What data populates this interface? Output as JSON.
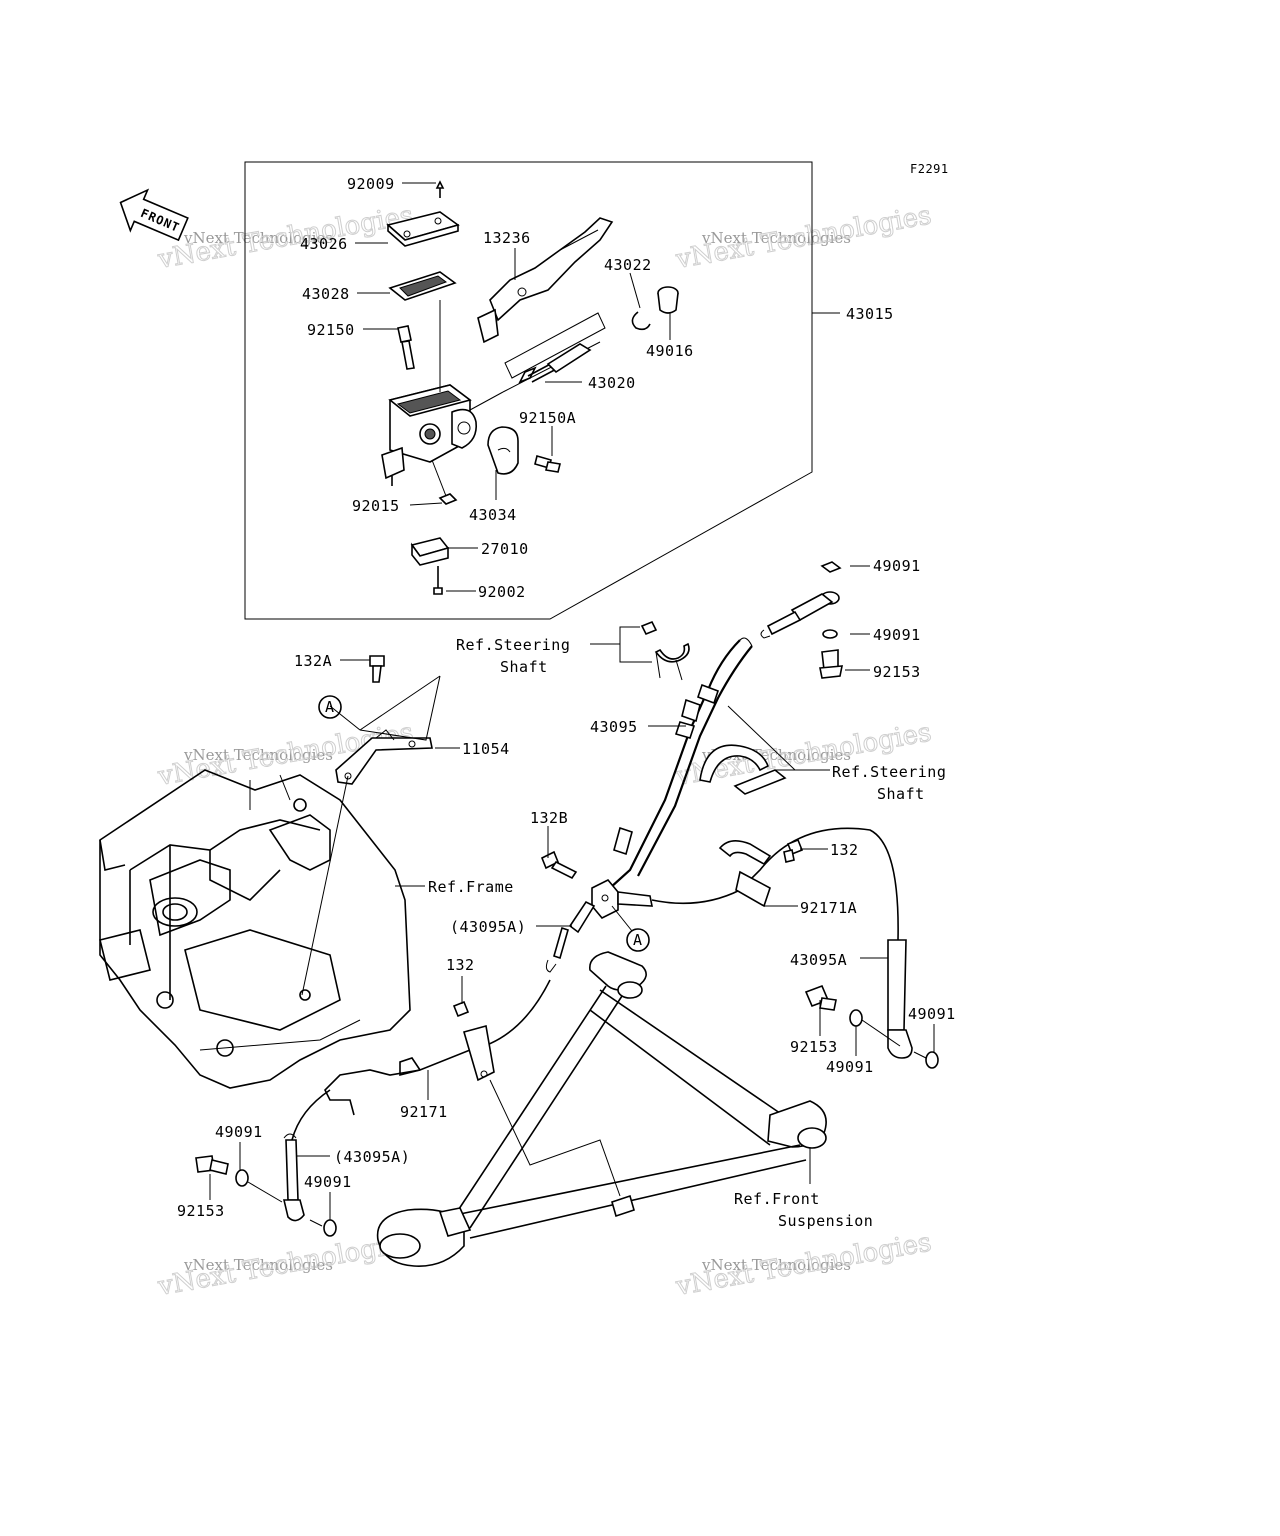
{
  "figure_code": "F2291",
  "front_label": "FRONT",
  "watermark": {
    "line1": "vNext Technologies",
    "line2": "vNext Technologies"
  },
  "callouts": [
    {
      "id": "c1",
      "text": "92009"
    },
    {
      "id": "c2",
      "text": "43026"
    },
    {
      "id": "c3",
      "text": "43028"
    },
    {
      "id": "c4",
      "text": "92150"
    },
    {
      "id": "c5",
      "text": "13236"
    },
    {
      "id": "c6",
      "text": "43022"
    },
    {
      "id": "c7",
      "text": "49016"
    },
    {
      "id": "c8",
      "text": "43015"
    },
    {
      "id": "c9",
      "text": "43020"
    },
    {
      "id": "c10",
      "text": "92150A"
    },
    {
      "id": "c11",
      "text": "92015"
    },
    {
      "id": "c12",
      "text": "43034"
    },
    {
      "id": "c13",
      "text": "27010"
    },
    {
      "id": "c14",
      "text": "92002"
    },
    {
      "id": "c15",
      "text": "49091"
    },
    {
      "id": "c16",
      "text": "49091"
    },
    {
      "id": "c17",
      "text": "92153"
    },
    {
      "id": "c18",
      "text": "Ref.Steering"
    },
    {
      "id": "c19",
      "text": "Shaft"
    },
    {
      "id": "c20",
      "text": "132A"
    },
    {
      "id": "c21",
      "text": "11054"
    },
    {
      "id": "c22",
      "text": "43095"
    },
    {
      "id": "c23",
      "text": "Ref.Steering"
    },
    {
      "id": "c24",
      "text": "Shaft"
    },
    {
      "id": "c25",
      "text": "132B"
    },
    {
      "id": "c26",
      "text": "132"
    },
    {
      "id": "c27",
      "text": "Ref.Frame"
    },
    {
      "id": "c28",
      "text": "92171A"
    },
    {
      "id": "c29",
      "text": "(43095A)"
    },
    {
      "id": "c30",
      "text": "43095A"
    },
    {
      "id": "c31",
      "text": "132"
    },
    {
      "id": "c32",
      "text": "92153"
    },
    {
      "id": "c33",
      "text": "49091"
    },
    {
      "id": "c34",
      "text": "49091"
    },
    {
      "id": "c35",
      "text": "92171"
    },
    {
      "id": "c36",
      "text": "49091"
    },
    {
      "id": "c37",
      "text": "(43095A)"
    },
    {
      "id": "c38",
      "text": "49091"
    },
    {
      "id": "c39",
      "text": "92153"
    },
    {
      "id": "c40",
      "text": "Ref.Front"
    },
    {
      "id": "c41",
      "text": "Suspension"
    }
  ],
  "ref_markers": [
    {
      "id": "a1",
      "text": "A"
    },
    {
      "id": "a2",
      "text": "A"
    }
  ]
}
